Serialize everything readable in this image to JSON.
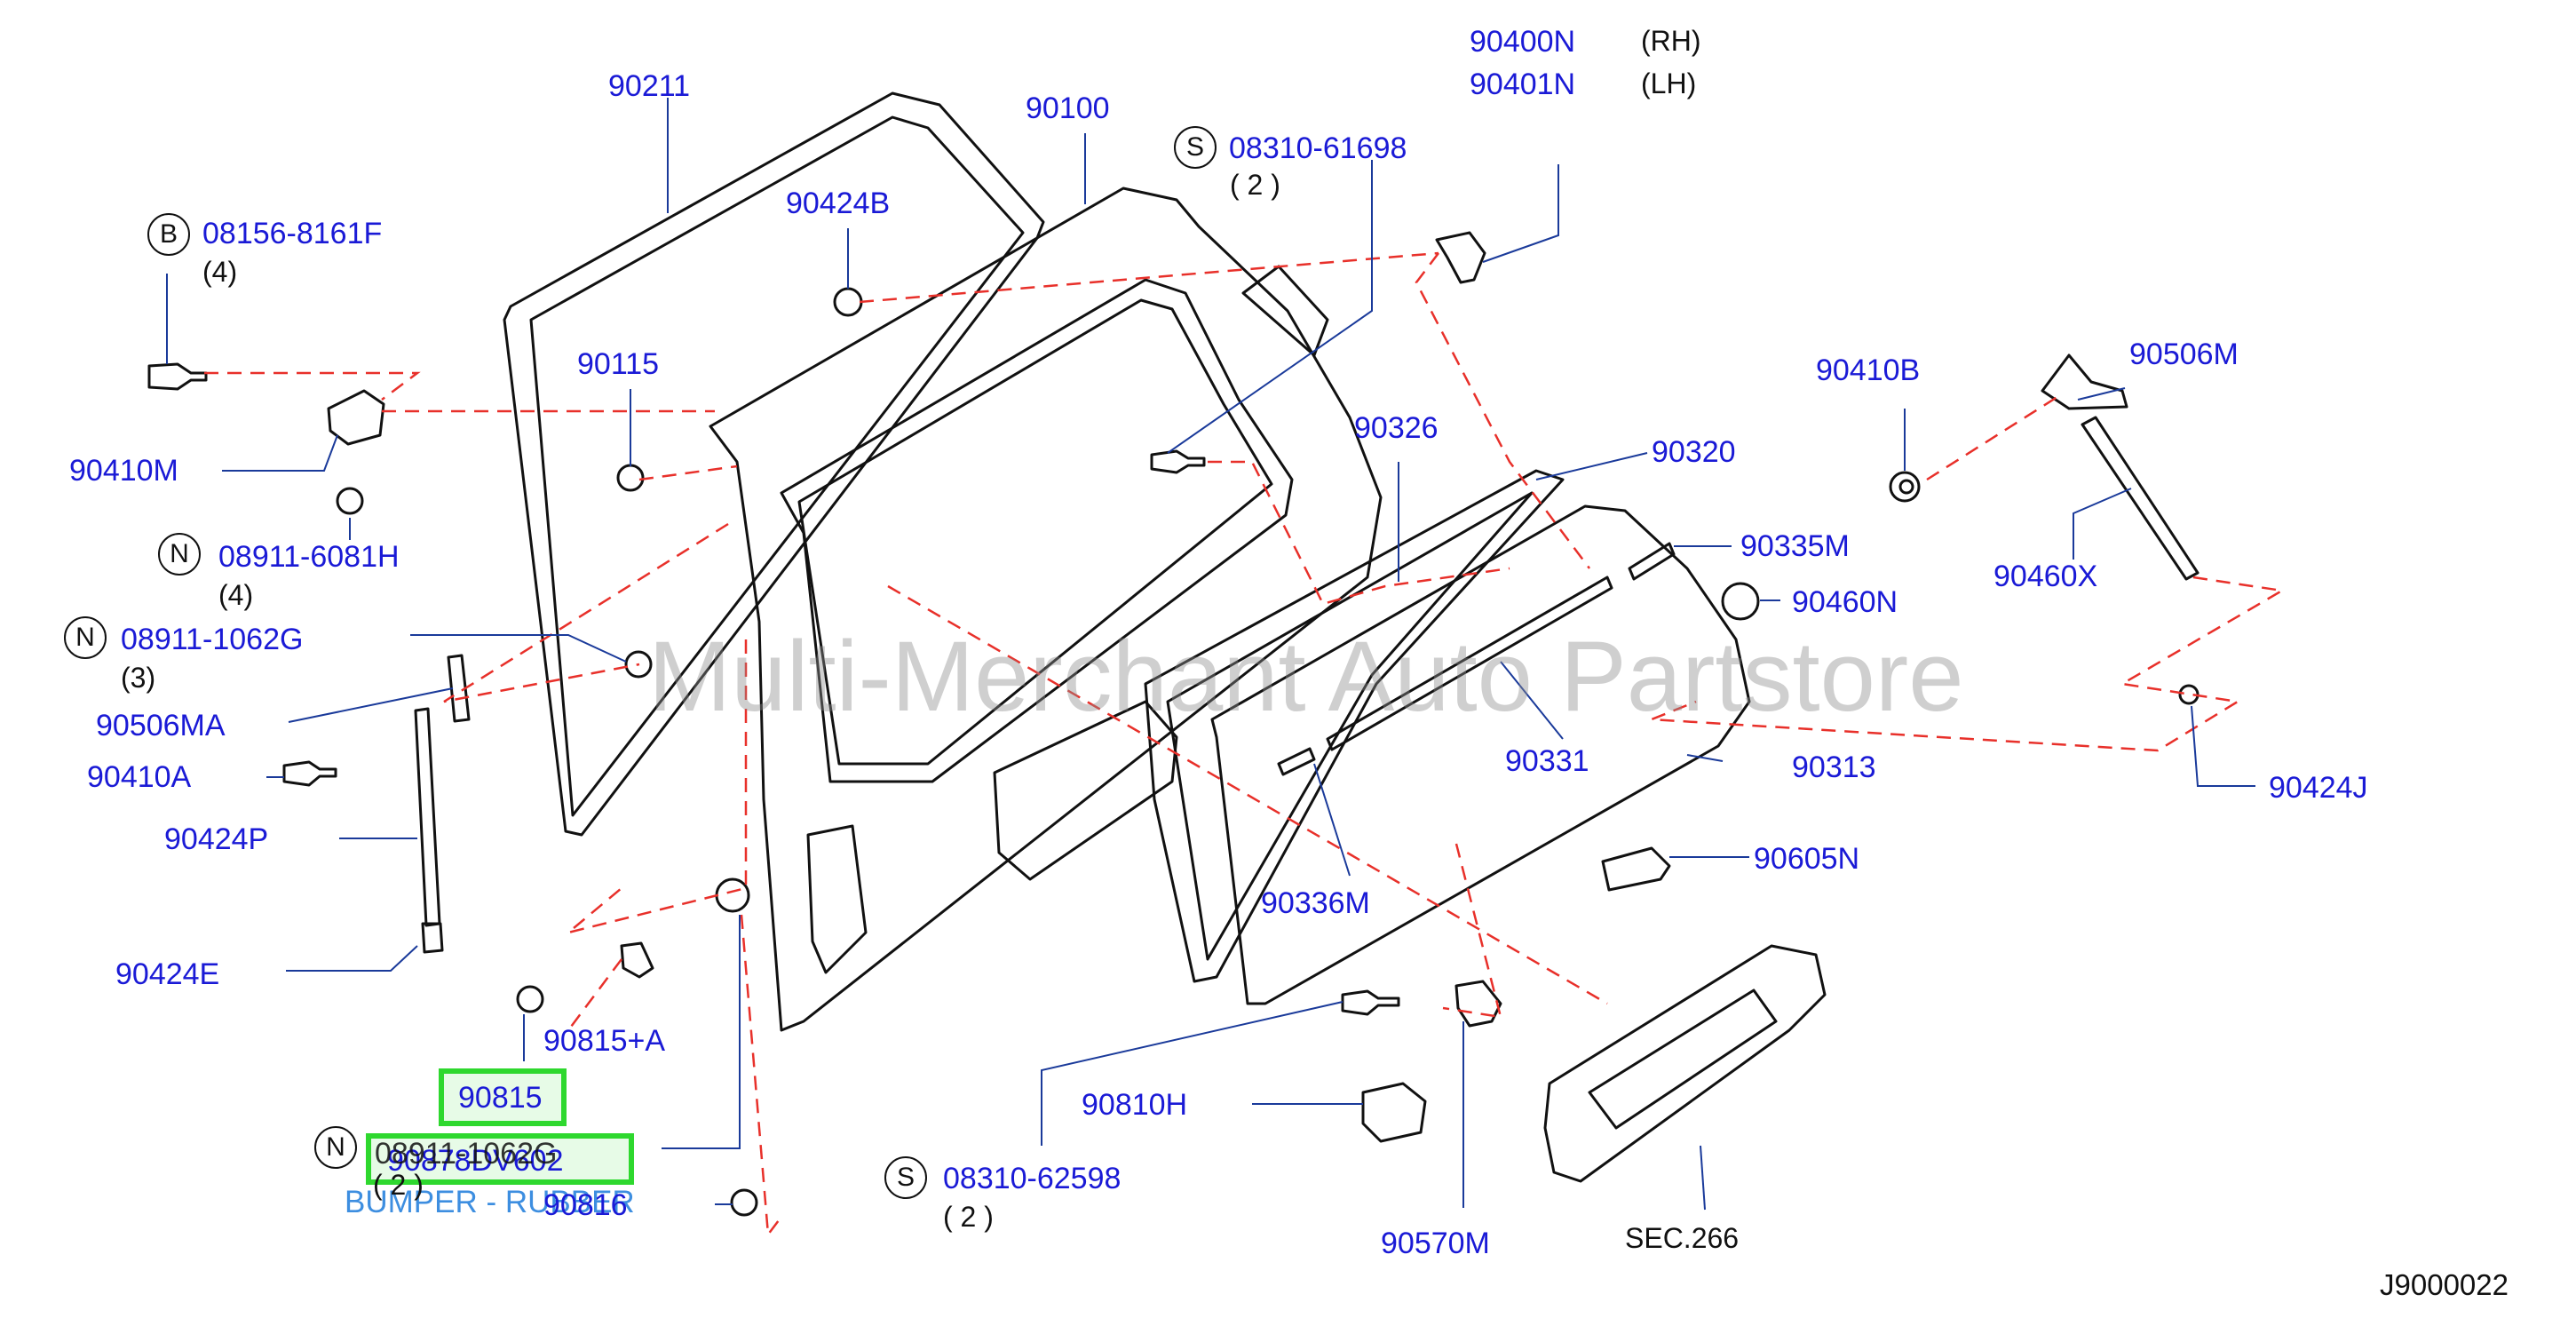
{
  "diagram_code": "J9000022",
  "watermark": "Multi-Merchant Auto Partstore",
  "parts": {
    "p90211": "90211",
    "p90100": "90100",
    "p90400N": "90400N",
    "p90401N": "90401N",
    "rh": "(RH)",
    "lh": "(LH)",
    "p90424B": "90424B",
    "p90115": "90115",
    "p90410M": "90410M",
    "p90506MA": "90506MA",
    "p90410A": "90410A",
    "p90424P": "90424P",
    "p90424E": "90424E",
    "p90815A": "90815+A",
    "p90815": "90815",
    "p908780": "90878DV602",
    "bumper": "BUMPER - RUBBER",
    "p90816": "90816",
    "p90326": "90326",
    "p90320": "90320",
    "p90335M": "90335M",
    "p90460N": "90460N",
    "p90331": "90331",
    "p90313": "90313",
    "p90336M": "90336M",
    "p90605N": "90605N",
    "p90810H": "90810H",
    "p90570M": "90570M",
    "sec266": "SEC.266",
    "p90410B": "90410B",
    "p90506M": "90506M",
    "p90460X": "90460X",
    "p90424J": "90424J"
  },
  "fasteners": {
    "b1": {
      "letter": "B",
      "num": "08156-8161F",
      "qty": "(4)"
    },
    "n1": {
      "letter": "N",
      "num": "08911-6081H",
      "qty": "(4)"
    },
    "n2": {
      "letter": "N",
      "num": "08911-1062G",
      "qty": "(3)"
    },
    "n3": {
      "letter": "N",
      "num": "08911-1062G",
      "qty": "( 2 )"
    },
    "s1": {
      "letter": "S",
      "num": "08310-61698",
      "qty": "( 2 )"
    },
    "s2": {
      "letter": "S",
      "num": "08310-62598",
      "qty": "( 2 )"
    }
  },
  "colors": {
    "label": "#1a1ad6",
    "highlight": "#2ed82e",
    "dash": "#e8302a",
    "outline": "#111111"
  }
}
